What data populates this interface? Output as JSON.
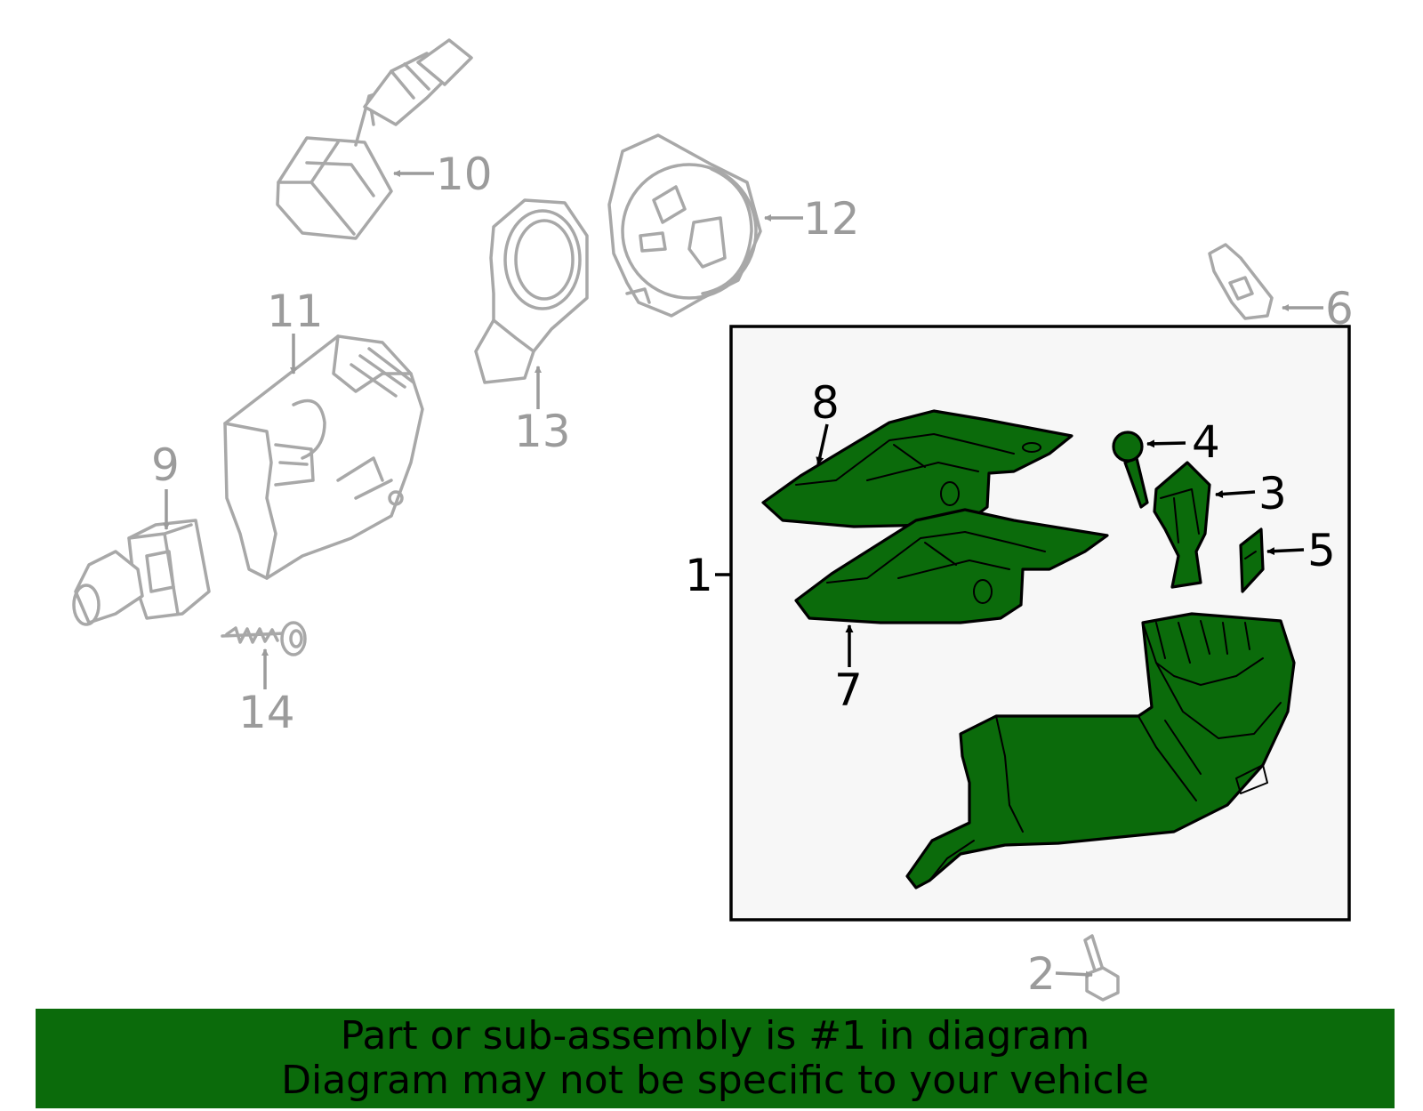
{
  "callouts": {
    "c1": "1",
    "c2": "2",
    "c3": "3",
    "c4": "4",
    "c5": "5",
    "c6": "6",
    "c7": "7",
    "c8": "8",
    "c9": "9",
    "c10": "10",
    "c11": "11",
    "c12": "12",
    "c13": "13",
    "c14": "14"
  },
  "banner": {
    "line1": "Part or sub-assembly is #1 in diagram",
    "line2": "Diagram may not be specific to your vehicle"
  },
  "colors": {
    "highlight": "#0b6b0b",
    "inactive_part": "#a8a8a8",
    "group_box_fill": "#f7f7f7"
  }
}
